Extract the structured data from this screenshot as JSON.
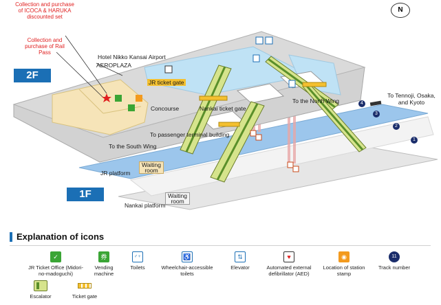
{
  "compass": {
    "label": "N"
  },
  "floors": {
    "upper": "2F",
    "lower": "1F"
  },
  "notes": {
    "icoca": "Collection and purchase of ICOCA & HARUKA discounted set",
    "rail_pass": "Collection and purchase of Rail Pass"
  },
  "places": {
    "hotel": "Hotel Nikko Kansai Airport",
    "aeroplaza": "AEROPLAZA",
    "jr_ticket_gate": "JR ticket gate",
    "concourse": "Concourse",
    "nankai_ticket_gate": "Nankai ticket gate",
    "to_terminal": "To passenger terminal building",
    "to_north": "To the North Wing",
    "to_south": "To the South Wing",
    "to_tennoji": "To Tennoji, Osaka, and Kyoto",
    "jr_platform": "JR platform",
    "nankai_platform": "Nankai platform",
    "waiting_room_jr": "Waiting room",
    "waiting_room_nankai": "Waiting room"
  },
  "tracks": [
    "4",
    "3",
    "2",
    "1"
  ],
  "legend": {
    "title": "Explanation of icons",
    "items": [
      {
        "label": "JR Ticket Office (Midori-no-madoguchi)",
        "icon": "jr-ticket-office-icon",
        "glyph": "✓"
      },
      {
        "label": "Vending machine",
        "icon": "vending-machine-icon",
        "glyph": "券"
      },
      {
        "label": "Toilets",
        "icon": "toilets-icon",
        "glyph": "♂♀"
      },
      {
        "label": "Wheelchair-accessible toilets",
        "icon": "wheelchair-icon",
        "glyph": "♿"
      },
      {
        "label": "Elevator",
        "icon": "elevator-icon",
        "glyph": "⇅"
      },
      {
        "label": "Automated external defibrillator (AED)",
        "icon": "aed-icon",
        "glyph": "♥"
      },
      {
        "label": "Location of station stamp",
        "icon": "station-stamp-icon",
        "glyph": "◉"
      },
      {
        "label": "Track number",
        "icon": "track-number-icon",
        "glyph": "11"
      },
      {
        "label": "Escalator",
        "icon": "escalator-icon",
        "glyph": ""
      },
      {
        "label": "Ticket gate",
        "icon": "ticket-gate-icon",
        "glyph": ""
      }
    ]
  },
  "colors": {
    "floor_badge": "#1b6fb5",
    "note_red": "#e02020",
    "jr_platform": "#9cc6ec",
    "nankai_platform": "#e6e6e6",
    "jr_area": "#f6e4b8",
    "concourse_floor": "#c8c8c8",
    "escalator": "#5a8f2a"
  }
}
